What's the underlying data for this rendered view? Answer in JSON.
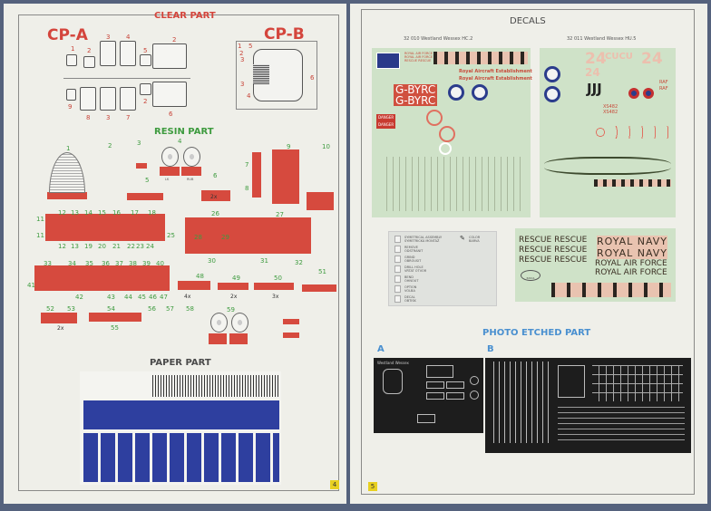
{
  "left_page": {
    "clear_part": {
      "title": "CLEAR PART",
      "cp_a": "CP-A",
      "cp_b": "CP-B",
      "cp_a_numbers": [
        "1",
        "2",
        "3",
        "4",
        "5",
        "2",
        "9",
        "8",
        "3",
        "7",
        "2",
        "6"
      ],
      "cp_b_numbers": [
        "1",
        "5",
        "2",
        "3",
        "3",
        "4",
        "6"
      ]
    },
    "resin_part": {
      "title": "RESIN PART",
      "numbers": [
        "1",
        "2",
        "3",
        "4",
        "5",
        "6",
        "7",
        "8",
        "9",
        "10",
        "11",
        "12",
        "13",
        "14",
        "15",
        "16",
        "17",
        "18",
        "11",
        "12",
        "13",
        "19",
        "20",
        "21",
        "22",
        "23",
        "24",
        "25",
        "26",
        "27",
        "28",
        "29",
        "30",
        "31",
        "32",
        "33",
        "34",
        "35",
        "36",
        "37",
        "38",
        "39",
        "40",
        "41",
        "42",
        "43",
        "44",
        "45",
        "46",
        "47",
        "48",
        "49",
        "50",
        "51",
        "52",
        "53",
        "54",
        "55",
        "56",
        "57",
        "58",
        "59"
      ],
      "quantities": [
        "2x",
        "4x",
        "2x",
        "3x",
        "2x",
        "2x"
      ],
      "wheel_labels": [
        "LK",
        "RUB"
      ]
    },
    "paper_part": {
      "title": "PAPER PART"
    },
    "page_number": "4"
  },
  "right_page": {
    "decals": {
      "title": "DECALS",
      "sheet1": {
        "title": "32 010  Westland Wessex HC.2",
        "raf": [
          "ROYAL AIR FORCE",
          "ROYAL AIR FORCE",
          "RESCUE  RESCUE"
        ],
        "rae": [
          "Royal Aircraft Establishment",
          "Royal Aircraft Establishment"
        ],
        "registration": [
          "G-BYRC",
          "G-BYRC"
        ],
        "danger": [
          "DANGER",
          "DANGER"
        ]
      },
      "sheet2": {
        "title": "32 011  Westland Wessex HU.5",
        "codes": [
          "24",
          "CUCU",
          "24",
          "24",
          "JJJ"
        ],
        "serials": [
          "XS482",
          "XS482"
        ],
        "raf": [
          "RAF",
          "RAF"
        ]
      },
      "sheet3": {
        "rescue": [
          "RESCUE RESCUE",
          "RESCUE RESCUE",
          "RESCUE RESCUE"
        ],
        "navy": [
          "ROYAL NAVY",
          "ROYAL NAVY"
        ],
        "air_force": [
          "ROYAL AIR FORCE",
          "ROYAL AIR FORCE"
        ],
        "logo_code": "32011"
      }
    },
    "legend": [
      {
        "en": "SYMETRICAL ASSEMBLY",
        "cz": "SYMETRICKÁ MONTÁŽ",
        "icon": "symmetry-icon"
      },
      {
        "en": "REMOVE",
        "cz": "ODSTRANIT",
        "icon": "remove-icon"
      },
      {
        "en": "GRIND",
        "cz": "OBROUSIT",
        "icon": "grind-icon"
      },
      {
        "en": "DRILL HOLE",
        "cz": "VRTAT OTVOR",
        "icon": "drill-icon"
      },
      {
        "en": "BEND",
        "cz": "OHNOUT",
        "icon": "bend-icon"
      },
      {
        "en": "OPTION",
        "cz": "VOLBA",
        "icon": "option-icon"
      },
      {
        "en": "DECAL",
        "cz": "OBTISK",
        "icon": "decal-icon"
      }
    ],
    "legend_color": {
      "en": "COLOR",
      "cz": "BARVA"
    },
    "photo_etched": {
      "title": "PHOTO ETCHED PART",
      "fret_a": "A",
      "fret_b": "B",
      "fret_a_name": "Westland Wessex"
    },
    "page_number": "5"
  }
}
